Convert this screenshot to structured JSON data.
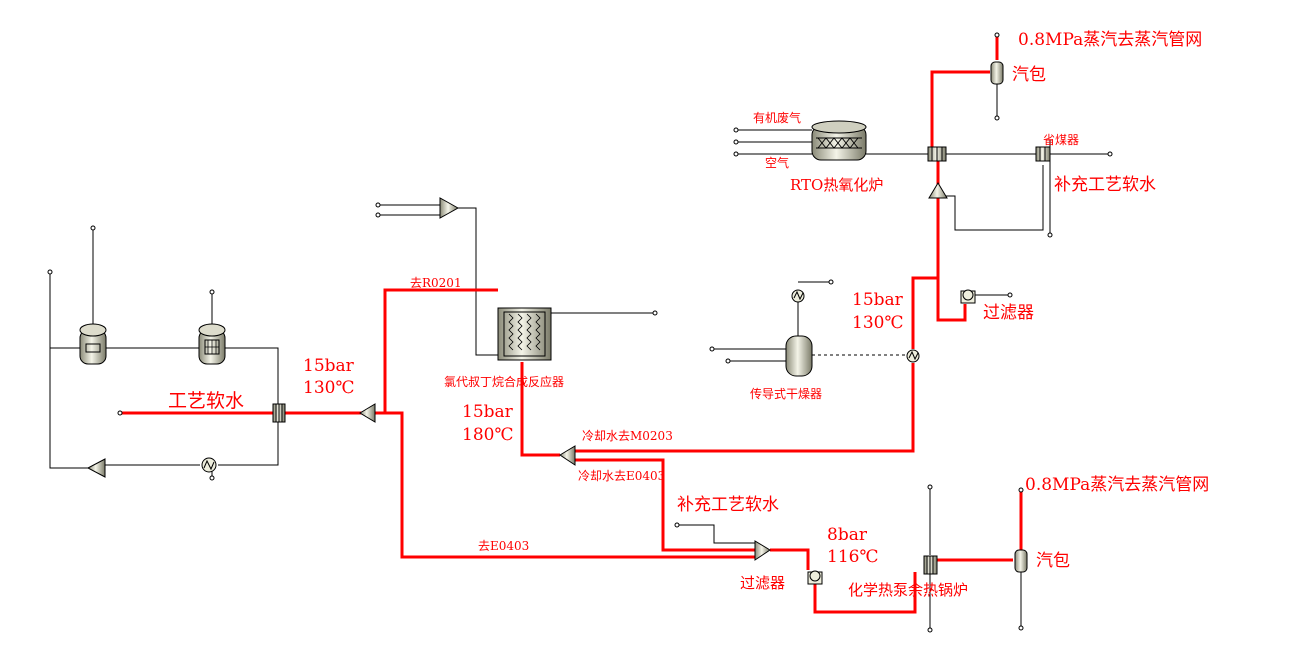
{
  "labels": {
    "steam_top": "0.8MPa蒸汽去蒸汽管网",
    "drum_top": "汽包",
    "organic_waste_gas": "有机废气",
    "air": "空气",
    "rto": "RTO热氧化炉",
    "economizer": "省煤器",
    "makeup_top": "补充工艺软水",
    "to_r0201": "去R0201",
    "p15_left": "15bar",
    "t130_left": "130℃",
    "process_soft_water": "工艺软水",
    "reactor": "氯代叔丁烷合成反应器",
    "p15_mid": "15bar",
    "t180_mid": "180℃",
    "p15_right": "15bar",
    "t130_right": "130℃",
    "filter_top": "过滤器",
    "dryer": "传导式干燥器",
    "cw_m0203": "冷却水去M0203",
    "cw_e0403": "冷却水去E0403",
    "steam_bottom": "0.8MPa蒸汽去蒸汽管网",
    "makeup_bottom": "补充工艺软水",
    "p8": "8bar",
    "t116": "116℃",
    "to_e0403": "去E0403",
    "filter_bottom": "过滤器",
    "boiler": "化学热泵余热锅炉",
    "drum_bottom": "汽包"
  },
  "colors": {
    "stream_red": "#ff0000",
    "label_red": "#ff0000",
    "line_black": "#000000"
  }
}
